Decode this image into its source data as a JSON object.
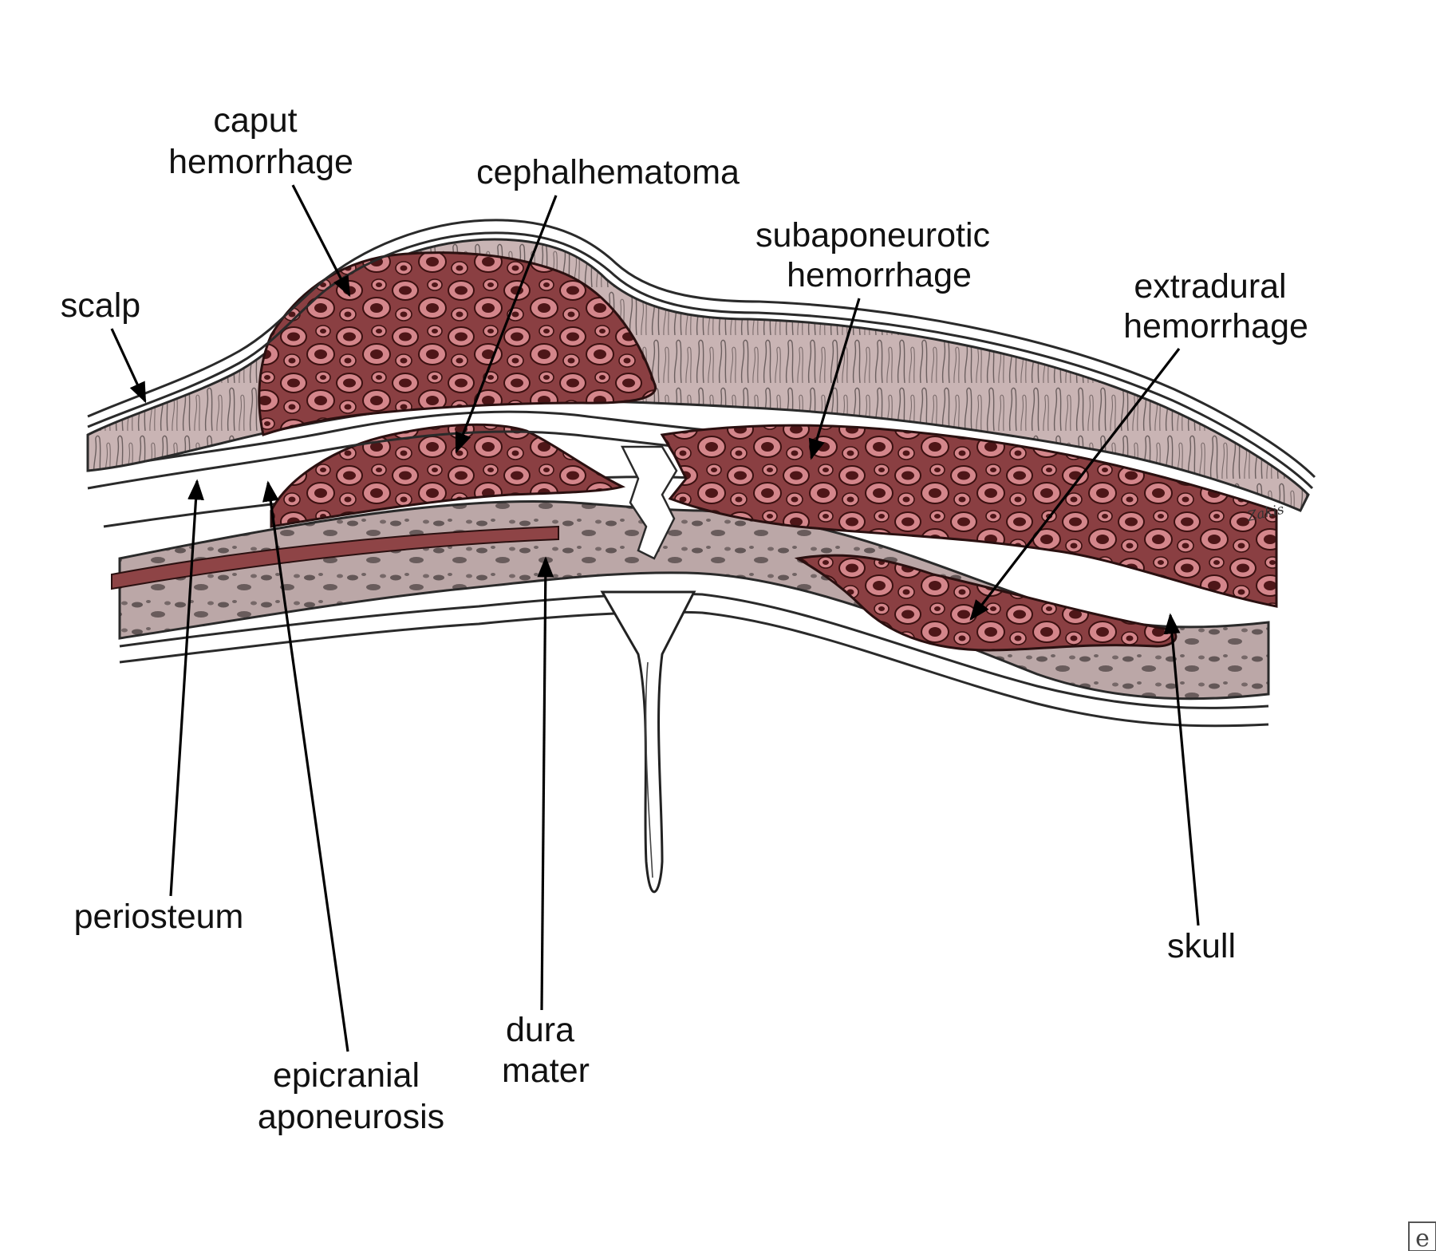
{
  "labels": {
    "caput_hemorrhage": [
      "caput",
      "hemorrhage"
    ],
    "cephalhematoma": "cephalhematoma",
    "subaponeurotic_hemorrhage": [
      "subaponeurotic",
      "hemorrhage"
    ],
    "extradural_hemorrhage": [
      "extradural",
      "hemorrhage"
    ],
    "scalp": "scalp",
    "periosteum": "periosteum",
    "epicranial_aponeurosis": [
      "epicranial",
      "aponeurosis"
    ],
    "dura_mater": [
      "dura",
      "mater"
    ],
    "skull": "skull"
  },
  "signature": "Zakis",
  "colors": {
    "hemorrhage": "#8e4446",
    "hemorrhage_cell": "#c9737a",
    "scalp": "#c7b3b3",
    "bone": "#b9a6a6",
    "brain": "#ffffff",
    "line": "#000000"
  },
  "watermark_icon": "e-logo-icon"
}
